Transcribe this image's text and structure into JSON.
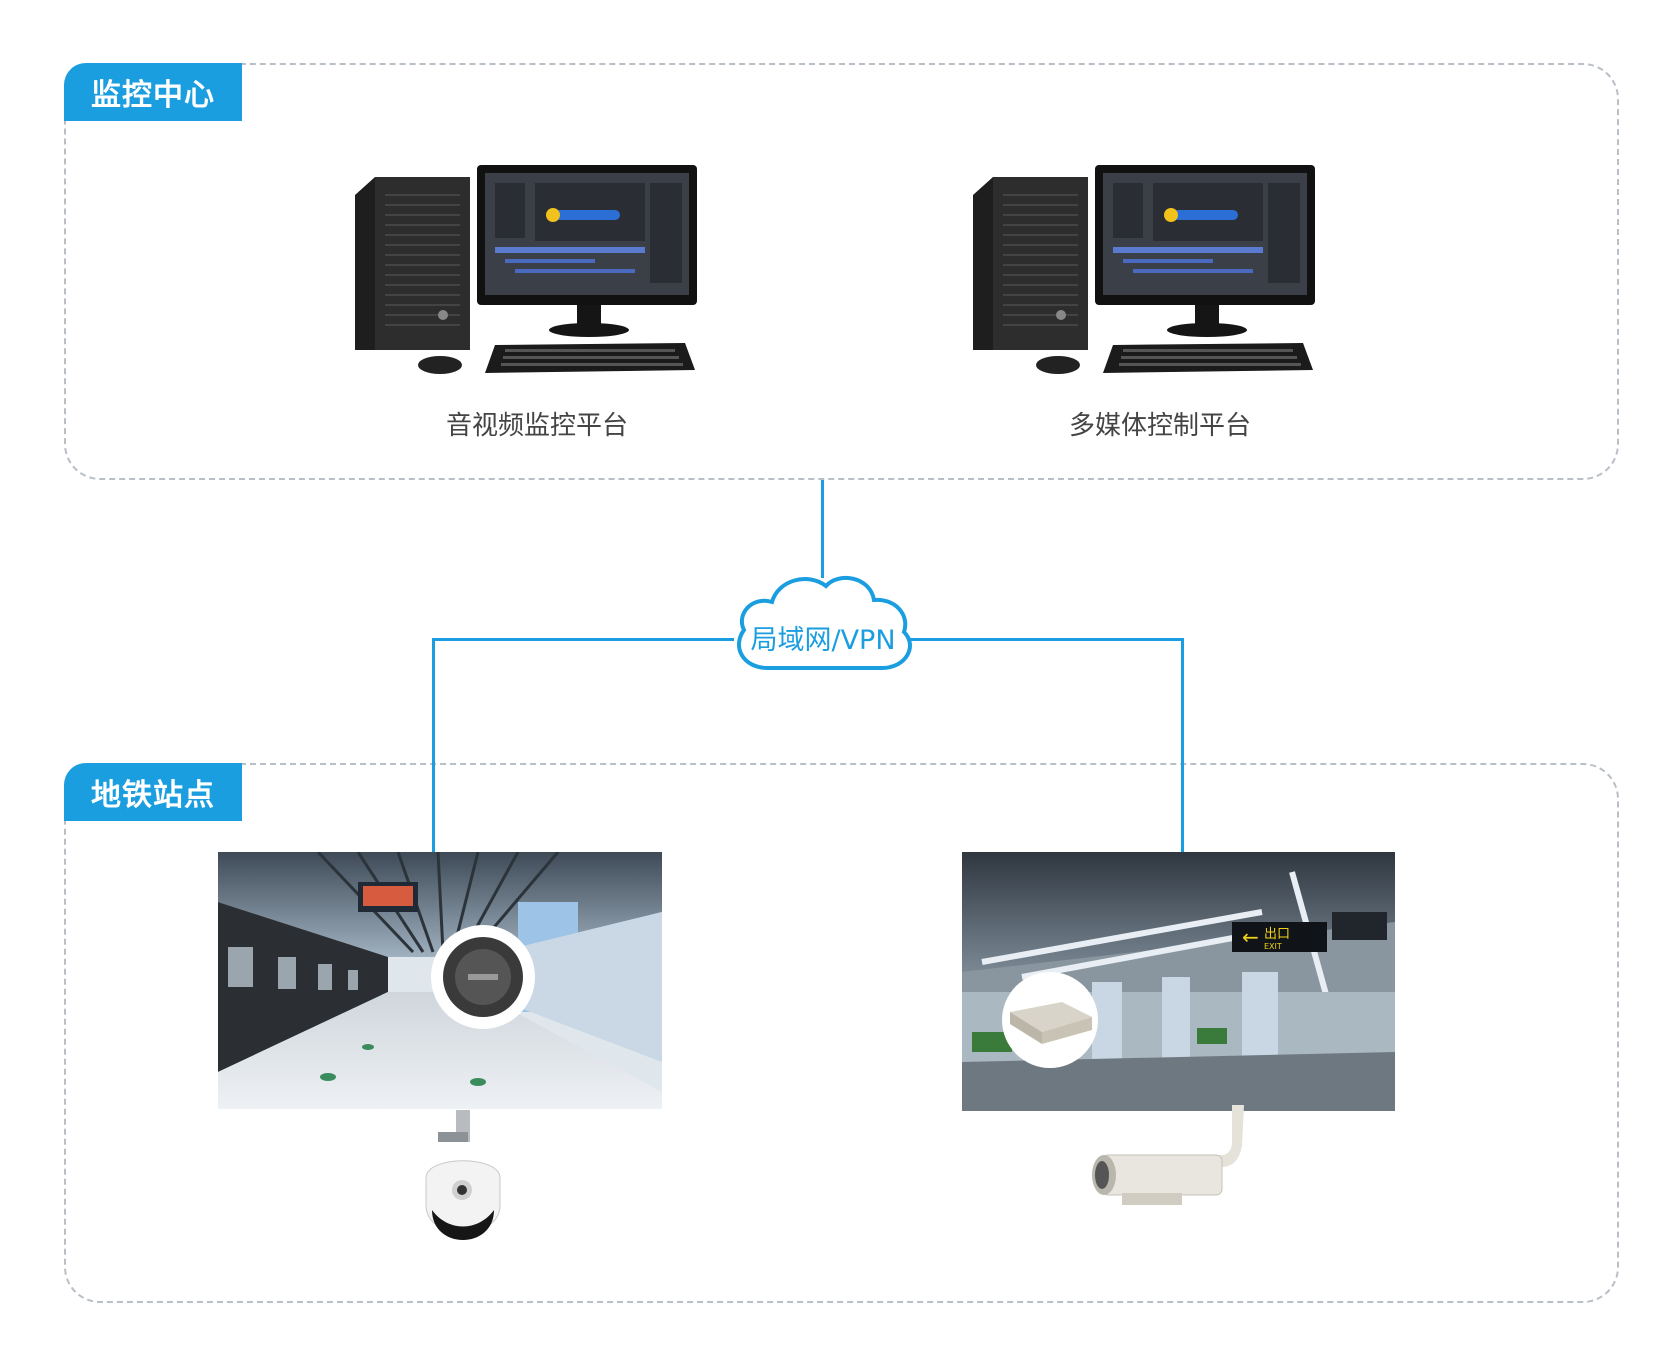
{
  "monitoring_center": {
    "title": "监控中心",
    "platforms": [
      {
        "label": "音视频监控平台",
        "icon": "desktop-computer-icon"
      },
      {
        "label": "多媒体控制平台",
        "icon": "desktop-computer-icon"
      }
    ]
  },
  "network": {
    "label": "局域网/VPN",
    "icon": "cloud-icon"
  },
  "subway_station": {
    "title": "地铁站点",
    "devices": [
      {
        "icon": "ptz-dome-camera-icon",
        "scene": "subway-platform-photo"
      },
      {
        "icon": "bullet-camera-icon",
        "scene": "subway-hall-photo"
      }
    ],
    "sign": {
      "text": "出口",
      "text_en": "EXIT"
    }
  },
  "colors": {
    "accent": "#1a9ee0",
    "border": "#b9bfc6"
  }
}
